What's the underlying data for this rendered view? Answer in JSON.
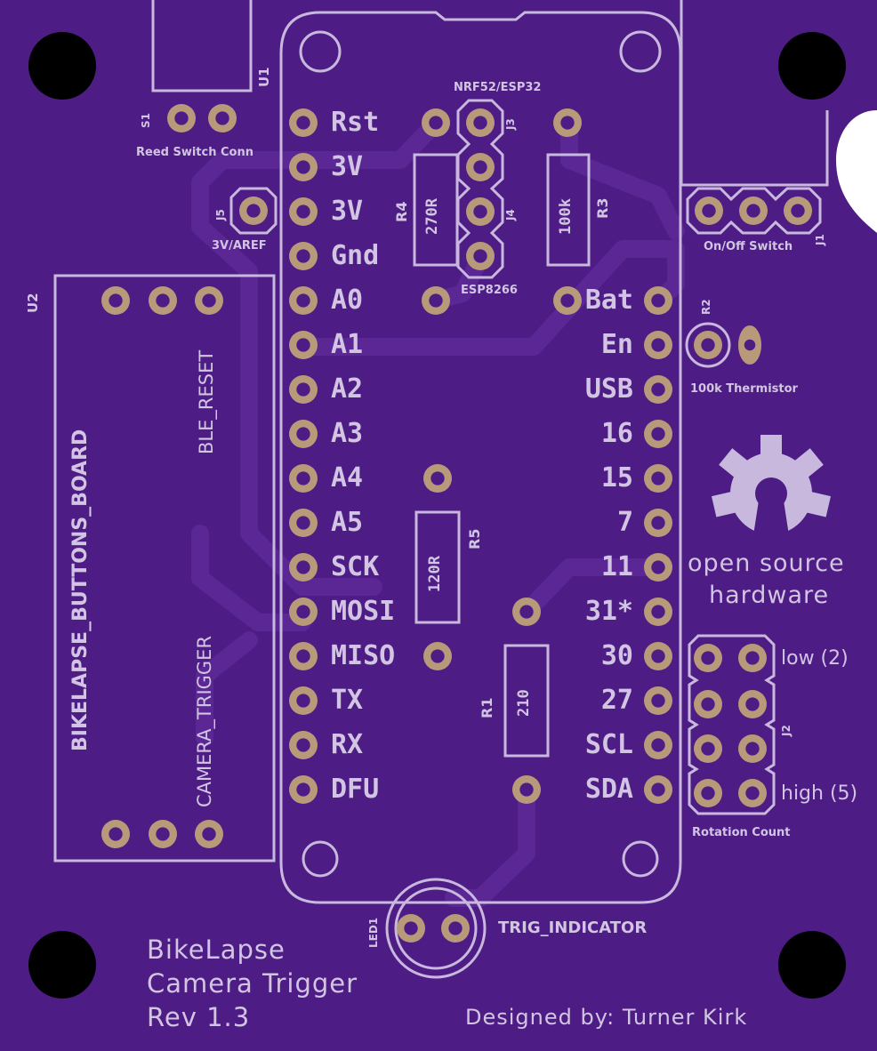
{
  "board": {
    "colors": {
      "board": "#4d1c84",
      "silkscreen": "#c9b8de",
      "pad": "#b89a7a",
      "hole": "#000000"
    },
    "title_lines": [
      "BikeLapse",
      "Camera Trigger",
      "Rev 1.3"
    ],
    "designer": "Designed by: Turner Kirk",
    "oshw": {
      "line1": "open source",
      "line2": "hardware",
      "icon": "oshw-gear-icon"
    }
  },
  "feather": {
    "left_pins": [
      "Rst",
      "3V",
      "3V",
      "Gnd",
      "A0",
      "A1",
      "A2",
      "A3",
      "A4",
      "A5",
      "SCK",
      "MOSI",
      "MISO",
      "TX",
      "RX",
      "DFU"
    ],
    "right_pins": [
      "Bat",
      "En",
      "USB",
      "16",
      "15",
      "7",
      "11",
      "31*",
      "30",
      "27",
      "SCL",
      "SDA"
    ]
  },
  "components": {
    "u1": "U1",
    "u2": "U2",
    "s1": "S1",
    "s1_label": "Reed Switch Conn",
    "j5": "J5",
    "j5_label": "3V/AREF",
    "j3": "J3",
    "j3_label": "NRF52/ESP32",
    "j4": "J4",
    "j4_label": "ESP8266",
    "r4": "R4",
    "r4_value": "270R",
    "r3": "R3",
    "r3_value": "100k",
    "j1": "J1",
    "j1_label": "On/Off Switch",
    "r2": "R2",
    "r2_label": "100k Thermistor",
    "r5": "R5",
    "r5_value": "120R",
    "r1": "R1",
    "r1_value": "210",
    "j2": "J2",
    "j2_low": "low (2)",
    "j2_high": "high (5)",
    "j2_label": "Rotation Count",
    "led1": "LED1",
    "led1_label": "TRIG_INDICATOR",
    "u2_board": "BIKELAPSE_BUTTONS_BOARD",
    "u2_top": "BLE_RESET",
    "u2_bottom": "CAMERA_TRIGGER"
  }
}
